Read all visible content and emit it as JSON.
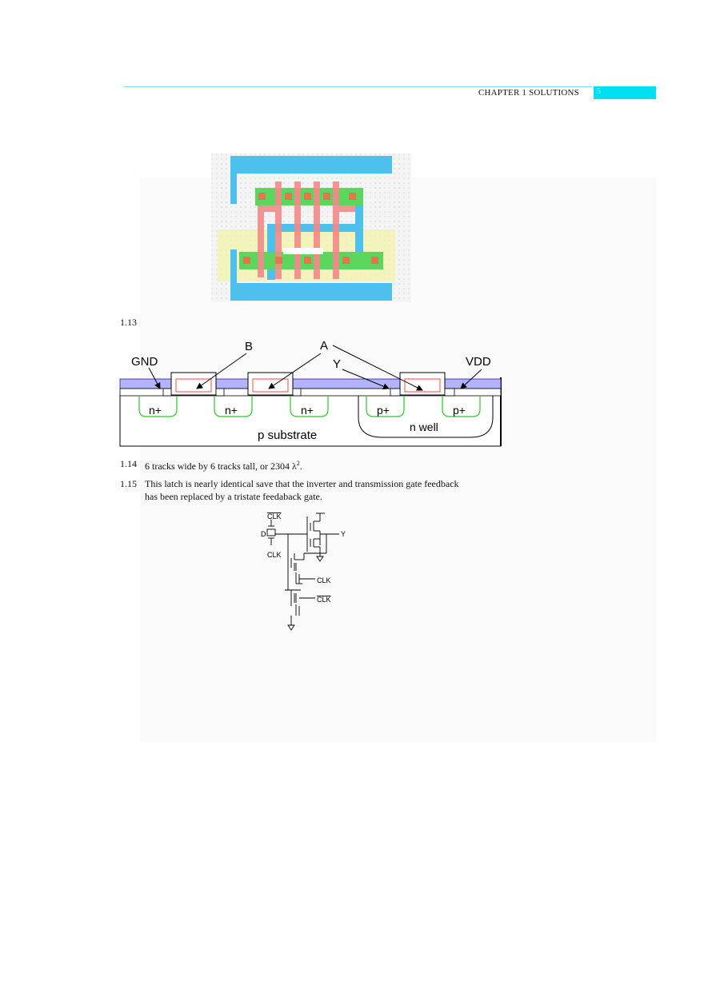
{
  "header": {
    "title": "CHAPTER 1 SOLUTIONS",
    "page_number": "5"
  },
  "s113": {
    "num": "1.13"
  },
  "cross_section": {
    "labels": {
      "b": "B",
      "a": "A",
      "gnd": "GND",
      "y": "Y",
      "vdd": "VDD"
    },
    "regions": [
      "n+",
      "n+",
      "n+",
      "p+",
      "p+"
    ],
    "substrate": "p substrate",
    "well": "n well"
  },
  "s114": {
    "num": "1.14",
    "text": "6 tracks wide by 6 tracks tall, or 2304 λ",
    "sup": "2",
    "tail": "."
  },
  "s115": {
    "num": "1.15",
    "line1": "This latch is nearly identical save that the inverter and transmission gate feedback",
    "line2": "has been replaced by a tristate feedaback gate."
  },
  "latch": {
    "clk_bar_top": "CLK",
    "d": "D",
    "clk_bottom": "CLK",
    "y": "Y",
    "clk_mid": "CLK",
    "clk_bar_mid": "CLK"
  },
  "colors": {
    "metal1": "#4dc0ee",
    "poly": "#f08a8a",
    "diffusion": "#5cd65c",
    "contact": "#e8734f",
    "well": "#f0f0a0",
    "cross_poly": "#ff4444",
    "cross_metal": "#b3b3ff",
    "cross_diff_outline": "#22cc22"
  }
}
